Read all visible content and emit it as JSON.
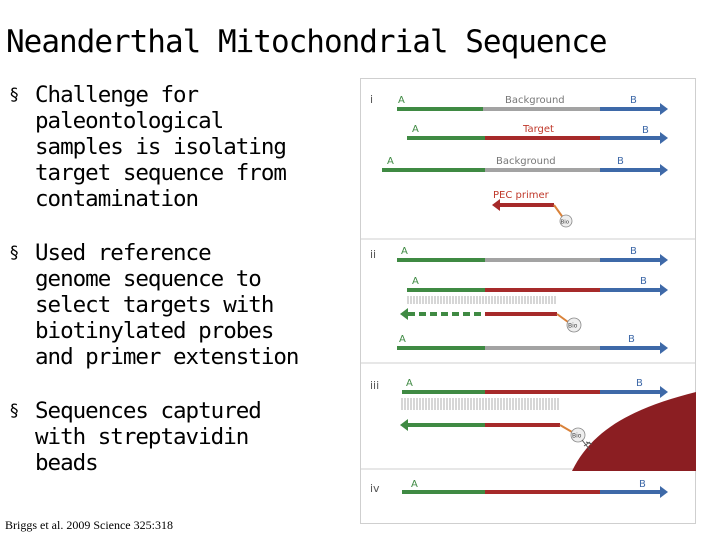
{
  "title": "Neanderthal Mitochondrial Sequence",
  "bullets": [
    {
      "text": "Challenge for paleontological samples is isolating target sequence from contamination",
      "lines": [
        "Challenge for",
        "paleontological",
        "samples is isolating",
        "target sequence from",
        "contamination"
      ]
    },
    {
      "text": "Used reference genome sequence to select targets with biotinylated probes and primer extenstion",
      "lines": [
        "Used reference",
        "genome sequence to",
        "select targets with",
        "biotinylated probes",
        "and primer extenstion"
      ]
    },
    {
      "text": "Sequences captured with streptavidin beads",
      "lines": [
        "Sequences captured",
        "with streptavidin",
        "beads"
      ]
    }
  ],
  "bullet_marker": "§",
  "citation": "Briggs et al. 2009 Science 325:318",
  "figure": {
    "panels": [
      "i",
      "ii",
      "iii",
      "iv"
    ],
    "label_a": "A",
    "label_b": "B",
    "label_background": "Background",
    "label_target": "Target",
    "label_primer": "PEC primer",
    "label_bio": "Bio",
    "colors": {
      "green": "#3f8a43",
      "gray": "#a3a3a3",
      "red": "#a62a2a",
      "blue": "#3e69a8",
      "orange": "#d9823a",
      "bead": "#8b1e22",
      "label_red": "#c0392b",
      "panel_border": "#cfcfcf"
    }
  }
}
